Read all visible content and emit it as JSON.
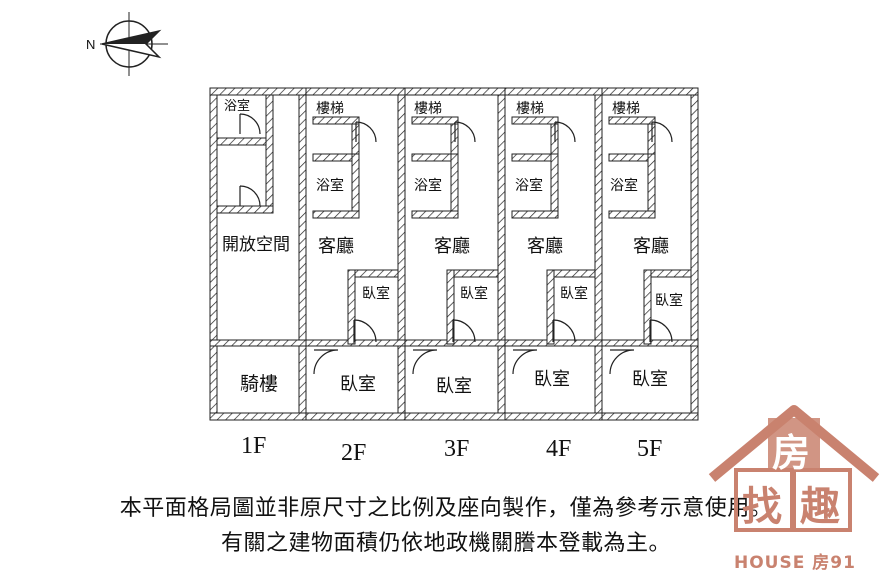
{
  "compass": {
    "north_letter": "N"
  },
  "floors": [
    {
      "label": "1F",
      "rooms": {
        "bath": "浴室",
        "open_space": "開放空間",
        "arcade": "騎樓"
      }
    },
    {
      "label": "2F",
      "rooms": {
        "stairs": "樓梯",
        "bath": "浴室",
        "living": "客廳",
        "bedroom_small": "臥室",
        "bedroom_front": "臥室"
      }
    },
    {
      "label": "3F",
      "rooms": {
        "stairs": "樓梯",
        "bath": "浴室",
        "living": "客廳",
        "bedroom_small": "臥室",
        "bedroom_front": "臥室"
      }
    },
    {
      "label": "4F",
      "rooms": {
        "stairs": "樓梯",
        "bath": "浴室",
        "living": "客廳",
        "bedroom_small": "臥室",
        "bedroom_front": "臥室"
      }
    },
    {
      "label": "5F",
      "rooms": {
        "stairs": "樓梯",
        "bath": "浴室",
        "living": "客廳",
        "bedroom_small": "臥室",
        "bedroom_front": "臥室"
      }
    }
  ],
  "disclaimer": {
    "line1": "本平面格局圖並非原尺寸之比例及座向製作，僅為參考示意使用。",
    "line2": "有關之建物面積仍依地政機關謄本登載為主。"
  },
  "logo": {
    "char_top": "房",
    "char_left": "找",
    "char_right": "趣",
    "brand": "HOUSE 房91",
    "color": "#c9826f"
  }
}
